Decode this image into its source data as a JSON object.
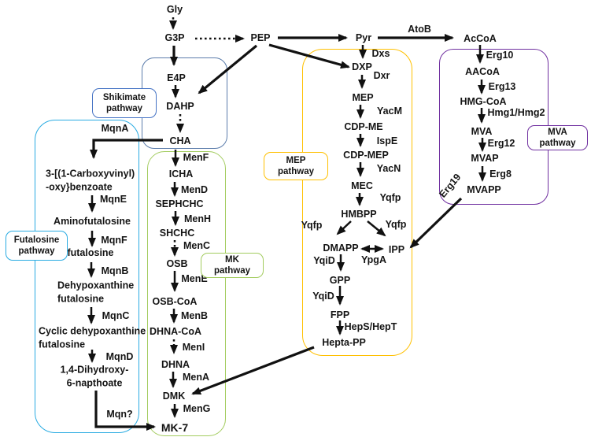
{
  "pathways": {
    "shikimate": {
      "label": "Shikimate\npathway",
      "color": "#4472c4",
      "box_color": "#5b7cab"
    },
    "futalosine": {
      "label": "Futalosine\npathway",
      "color": "#29abe2"
    },
    "mk": {
      "label": "MK\npathway",
      "color": "#a3cc5f"
    },
    "mep": {
      "label": "MEP\npathway",
      "color": "#ffc000"
    },
    "mva": {
      "label": "MVA\npathway",
      "color": "#7030a0"
    }
  },
  "metabolites": {
    "gly": "Gly",
    "g3p": "G3P",
    "pep": "PEP",
    "pyr": "Pyr",
    "accoa": "AcCoA",
    "e4p": "E4P",
    "dahp": "DAHP",
    "cha": "CHA",
    "carboxyvinyl_benzoate": "3-[(1-Carboxyvinyl)\n-oxy}benzoate",
    "aminofutalosine": "Aminofutalosine",
    "futalosine": "futalosine",
    "dehypoxanthine_futalosine": "Dehypoxanthine\nfutalosine",
    "cyclic_dehypoxanthine_futalosine": "Cyclic dehypoxanthine\nfutalosine",
    "dihydroxy_napthoate": "1,4-Dihydroxy-\n6-napthoate",
    "icha": "ICHA",
    "sephchc": "SEPHCHC",
    "shchc": "SHCHC",
    "osb": "OSB",
    "osb_coa": "OSB-CoA",
    "dhna_coa": "DHNA-CoA",
    "dhna": "DHNA",
    "dmk": "DMK",
    "mk7": "MK-7",
    "dxp": "DXP",
    "mep": "MEP",
    "cdp_me": "CDP-ME",
    "cdp_mep": "CDP-MEP",
    "mec": "MEC",
    "hmbpp": "HMBPP",
    "dmapp": "DMAPP",
    "ipp": "IPP",
    "gpp": "GPP",
    "fpp": "FPP",
    "hepta_pp": "Hepta-PP",
    "aacoa": "AACoA",
    "hmg_coa": "HMG-CoA",
    "mva": "MVA",
    "mvap": "MVAP",
    "mvapp": "MVAPP"
  },
  "enzymes": {
    "atob": "AtoB",
    "dxs": "Dxs",
    "dxr": "Dxr",
    "yacm": "YacM",
    "ispe": "IspE",
    "yacn": "YacN",
    "yqfp_mec": "Yqfp",
    "yqfp_left": "Yqfp",
    "yqfp_right": "Yqfp",
    "yqid_dmapp": "YqiD",
    "ypga": "YpgA",
    "yqid_gpp": "YqiD",
    "heps_hept": "HepS/HepT",
    "erg10": "Erg10",
    "erg13": "Erg13",
    "hmg1_hmg2": "Hmg1/Hmg2",
    "erg12": "Erg12",
    "erg8": "Erg8",
    "erg19": "Erg19",
    "mqna": "MqnA",
    "mqne": "MqnE",
    "mqnf": "MqnF",
    "mqnb": "MqnB",
    "mqnc": "MqnC",
    "mqnd": "MqnD",
    "mqn_unknown": "Mqn?",
    "menf": "MenF",
    "mend": "MenD",
    "menh": "MenH",
    "menc": "MenC",
    "mene": "MenE",
    "menb": "MenB",
    "meni": "MenI",
    "mena": "MenA",
    "meng": "MenG"
  },
  "colors": {
    "arrow": "#111111",
    "shikimate_box": "#5b7cab",
    "shikimate_label_border": "#4472c4",
    "futalosine": "#29abe2",
    "mk_green": "#a3cc5f",
    "mep_yellow": "#ffc000",
    "mva_purple": "#7030a0"
  }
}
